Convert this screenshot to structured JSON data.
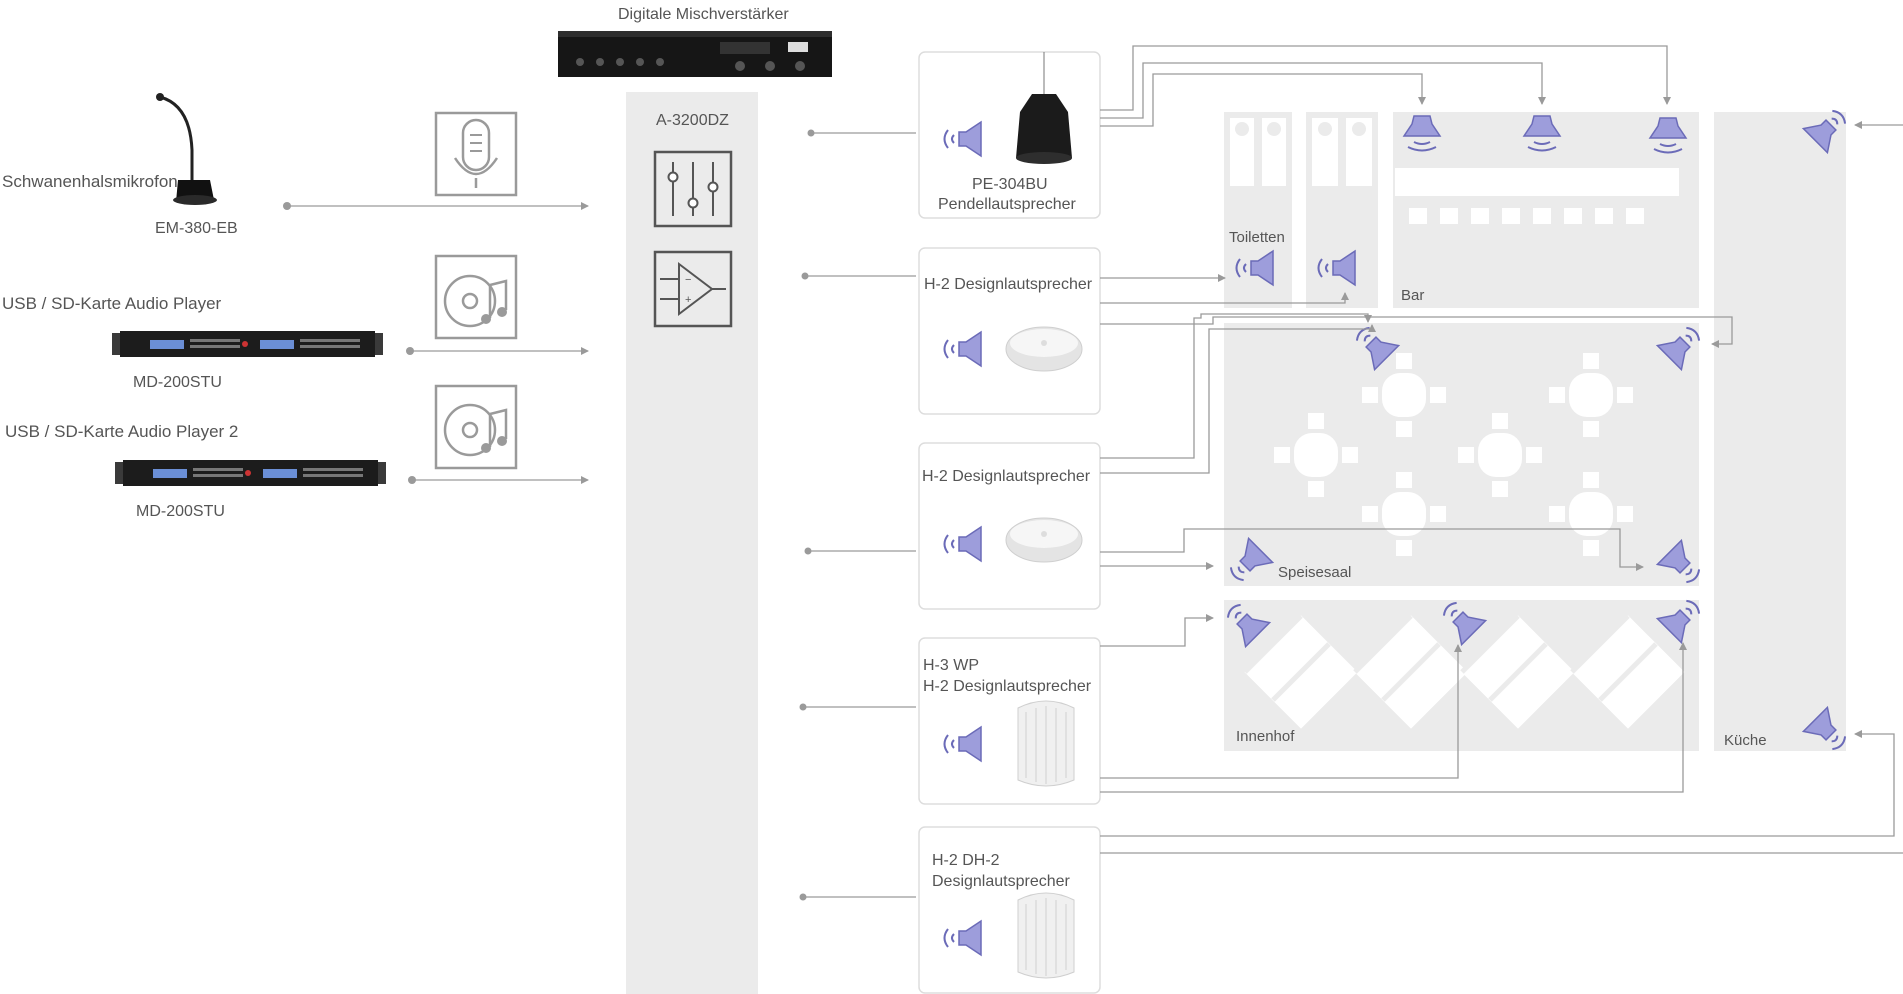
{
  "mixer": {
    "title": "Digitale Mischverstärker",
    "model": "A-3200DZ"
  },
  "sources": [
    {
      "name": "Schwanenhalsmikrofon",
      "model": "EM-380-EB",
      "icon": "microphone-icon"
    },
    {
      "name": "USB / SD-Karte Audio Player",
      "model": "MD-200STU",
      "icon": "music-disc-icon"
    },
    {
      "name": "USB / SD-Karte Audio Player 2",
      "model": "MD-200STU",
      "icon": "music-disc-icon"
    }
  ],
  "speakers": [
    {
      "line1": "PE-304BU",
      "line2": "Pendellautsprecher"
    },
    {
      "line1": "H-2  Designlautsprecher",
      "line2": ""
    },
    {
      "line1": "H-2  Designlautsprecher",
      "line2": ""
    },
    {
      "line1": "H-3 WP",
      "line2": "H-2  Designlautsprecher"
    },
    {
      "line1": "H-2  DH-2",
      "line2": "Designlautsprecher"
    }
  ],
  "zones": {
    "toilets": "Toiletten",
    "bar": "Bar",
    "dining": "Speisesaal",
    "courtyard": "Innenhof",
    "kitchen": "Küche"
  },
  "colors": {
    "accent": "#9d9ddb",
    "accent_stroke": "#6b6bb8",
    "zone_fill": "#ebebeb",
    "line": "#9a9a9a",
    "text": "#555555"
  }
}
